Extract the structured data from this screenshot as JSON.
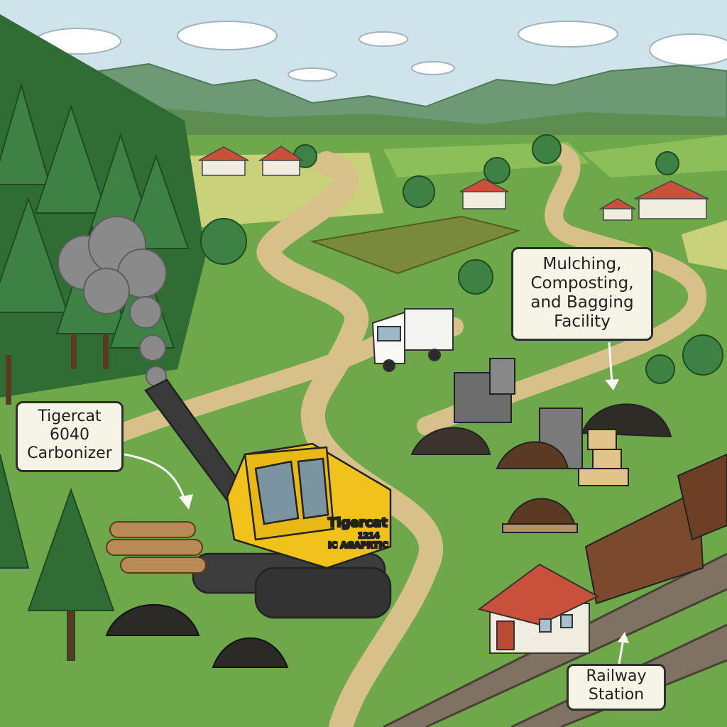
{
  "labels": {
    "carbonizer": [
      "Tigercat",
      "6040",
      "Carbonizer"
    ],
    "facility": [
      "Mulching,",
      "Composting,",
      "and Bagging",
      "Facility"
    ],
    "railway": [
      "Railway",
      "Station"
    ]
  },
  "machine": {
    "brand": "Tigercat",
    "model_mark": "1214",
    "serial_mark": "IC AGAPRTIC"
  },
  "colors": {
    "sky": "#cfe3ea",
    "grass": "#6fa84a",
    "forest": "#2f6d35",
    "road": "#d8c08a",
    "machine_yellow": "#f2c21c",
    "roof_red": "#c9503a",
    "boxcar": "#7b4a2c",
    "char_pile": "#2c2a26",
    "compost": "#5a3a22"
  }
}
